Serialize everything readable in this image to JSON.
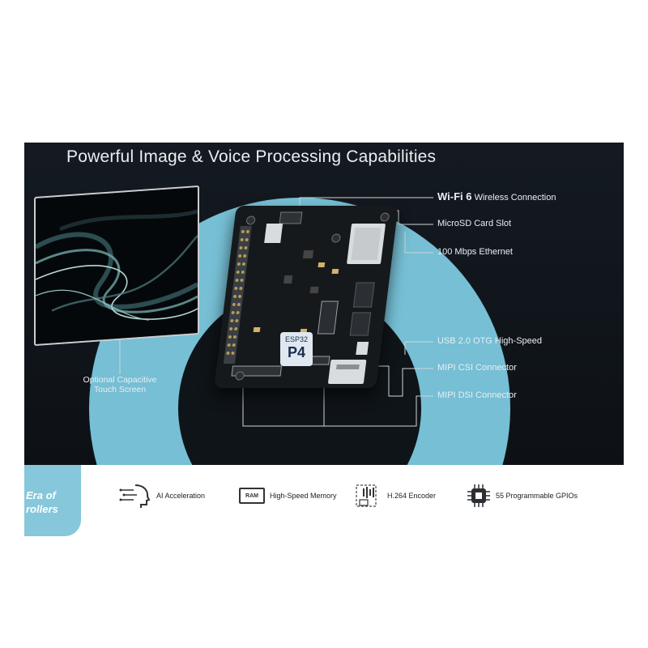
{
  "headline": "Powerful Image & Voice Processing Capabilities",
  "chip": {
    "line1": "ESP32",
    "line2": "P4"
  },
  "callouts": {
    "wifi_bold": "Wi-Fi 6",
    "wifi_rest": "Wireless Connection",
    "microsd": "MicroSD Card Slot",
    "ethernet": "100 Mbps Ethernet",
    "usb": "USB 2.0 OTG High-Speed",
    "csi": "MIPI CSI Connector",
    "dsi": "MIPI DSI Connector",
    "touch_line1": "Optional Capacitive",
    "touch_line2": "Touch Screen"
  },
  "side_tab": {
    "line1": "Era of",
    "line2": "rollers"
  },
  "features": [
    {
      "label": "AI Acceleration",
      "icon": "ai-head-icon"
    },
    {
      "label": "High-Speed Memory",
      "icon": "ram-icon",
      "icon_text": "RAM"
    },
    {
      "label": "H.264 Encoder",
      "icon": "video-encoder-icon"
    },
    {
      "label": "55 Programmable GPIOs",
      "icon": "gpio-chip-icon"
    }
  ],
  "colors": {
    "ring": "#76bfd4",
    "dark_bg": "#11161c",
    "tab": "#86c7db"
  }
}
